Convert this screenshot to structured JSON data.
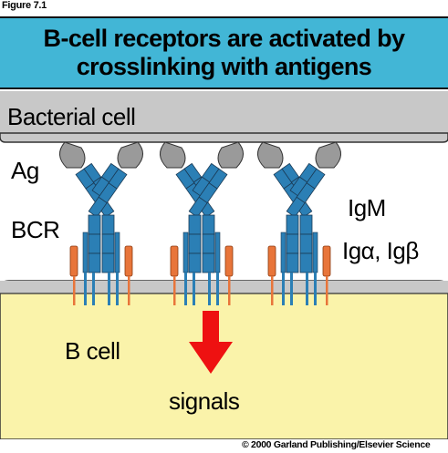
{
  "figure_label": "Figure 7.1",
  "title": {
    "line1": "B-cell receptors are activated by",
    "line2": "crosslinking with antigens"
  },
  "labels": {
    "bacterial_cell": "Bacterial cell",
    "ag": "Ag",
    "bcr": "BCR",
    "igm": "IgM",
    "ig_alpha_beta": "Igα, Igβ",
    "b_cell": "B cell",
    "signals": "signals"
  },
  "copyright": "© 2000 Garland Publishing/Elsevier Science",
  "colors": {
    "banner": "#42b6d6",
    "bacterial_membrane": "#c8c8c8",
    "b_cell_cytoplasm": "#faf3aa",
    "b_cell_membrane": "#c8c8c8",
    "receptor": "#2b7fb5",
    "ig_alpha_beta": "#e8753a",
    "antigen": "#9a9a9a",
    "signal_arrow": "#ee1111"
  }
}
